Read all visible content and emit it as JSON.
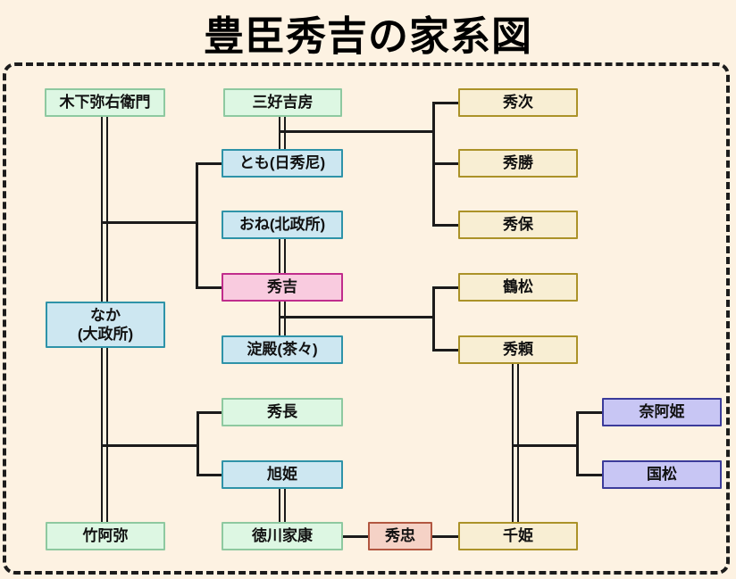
{
  "page": {
    "title": "豊臣秀吉の家系図",
    "background_color": "#fdf2e2",
    "frame_border_color": "#1c1c1c",
    "line_color": "#1b1b1b"
  },
  "palette": {
    "green": {
      "fill": "#ddf7e3",
      "border": "#8ec9a0"
    },
    "blue": {
      "fill": "#cde7f1",
      "border": "#2e93a8"
    },
    "pink": {
      "fill": "#f9cbdf",
      "border": "#c02d8c"
    },
    "tan": {
      "fill": "#f8eed3",
      "border": "#ab9228"
    },
    "salmon": {
      "fill": "#f5d2c6",
      "border": "#b25740"
    },
    "purple": {
      "fill": "#c8c6f4",
      "border": "#3b3b9a"
    }
  },
  "people": {
    "kinoshita_yaemon": {
      "label": "木下弥右衛門"
    },
    "miyoshi_yoshifusa": {
      "label": "三好吉房"
    },
    "hidetsugu": {
      "label": "秀次"
    },
    "tomo": {
      "label": "とも(日秀尼)"
    },
    "hidekatsu": {
      "label": "秀勝"
    },
    "one": {
      "label": "おね(北政所)"
    },
    "hideyasu": {
      "label": "秀保"
    },
    "hideyoshi": {
      "label": "秀吉"
    },
    "tsurumatsu": {
      "label": "鶴松"
    },
    "naka": {
      "label": "なか\n(大政所)"
    },
    "yododono": {
      "label": "淀殿(茶々)"
    },
    "hideyori": {
      "label": "秀頼"
    },
    "hidenaga": {
      "label": "秀長"
    },
    "naahime": {
      "label": "奈阿姫"
    },
    "asahihime": {
      "label": "旭姫"
    },
    "kunimatsu": {
      "label": "国松"
    },
    "takeami": {
      "label": "竹阿弥"
    },
    "ieyasu": {
      "label": "徳川家康"
    },
    "hidetada": {
      "label": "秀忠"
    },
    "senhime": {
      "label": "千姫"
    }
  },
  "relations": {
    "marriages": [
      [
        "木下弥右衛門",
        "なか(大政所)"
      ],
      [
        "竹阿弥",
        "なか(大政所)"
      ],
      [
        "三好吉房",
        "とも(日秀尼)"
      ],
      [
        "秀吉",
        "おね(北政所)"
      ],
      [
        "秀吉",
        "淀殿(茶々)"
      ],
      [
        "秀頼",
        "千姫"
      ],
      [
        "徳川家康",
        "旭姫"
      ]
    ],
    "children": [
      {
        "parents": "木下弥右衛門 × なか",
        "children": [
          "とも(日秀尼)",
          "秀吉"
        ]
      },
      {
        "parents": "竹阿弥 × なか",
        "children": [
          "秀長",
          "旭姫"
        ]
      },
      {
        "parents": "三好吉房 × とも",
        "children": [
          "秀次",
          "秀勝",
          "秀保"
        ]
      },
      {
        "parents": "秀吉 × 淀殿",
        "children": [
          "鶴松",
          "秀頼"
        ]
      },
      {
        "parents": "秀頼 × 千姫",
        "children": [
          "奈阿姫",
          "国松"
        ]
      },
      {
        "parents": "徳川家康",
        "children": [
          "秀忠"
        ]
      },
      {
        "parents": "秀忠",
        "children": [
          "千姫"
        ]
      }
    ]
  }
}
